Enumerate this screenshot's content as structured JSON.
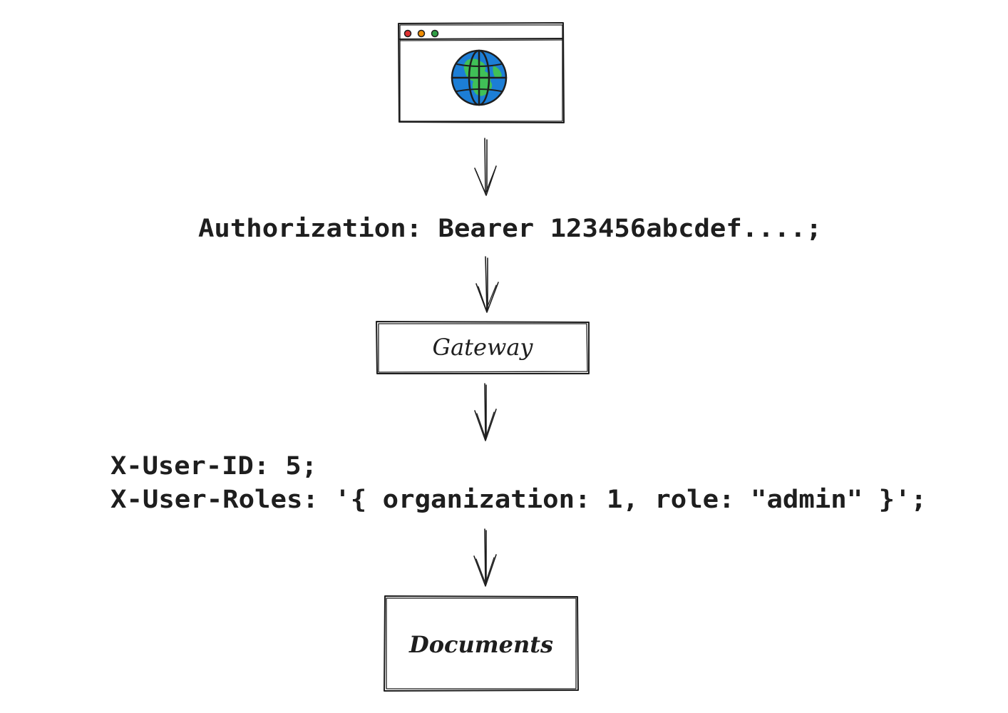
{
  "browser": {
    "icon": "globe-icon",
    "window_dots": [
      "#e03131",
      "#f08c00",
      "#2f9e44"
    ],
    "globe_colors": {
      "ocean": "#1c7ed6",
      "land": "#40c057"
    }
  },
  "authorization_header": "Authorization: Bearer 123456abcdef....;",
  "gateway": {
    "label": "Gateway"
  },
  "forwarded_headers": {
    "user_id": "X-User-ID: 5;",
    "user_roles": "X-User-Roles: '{ organization: 1, role: \"admin\" }';"
  },
  "documents": {
    "label": "Documents"
  }
}
